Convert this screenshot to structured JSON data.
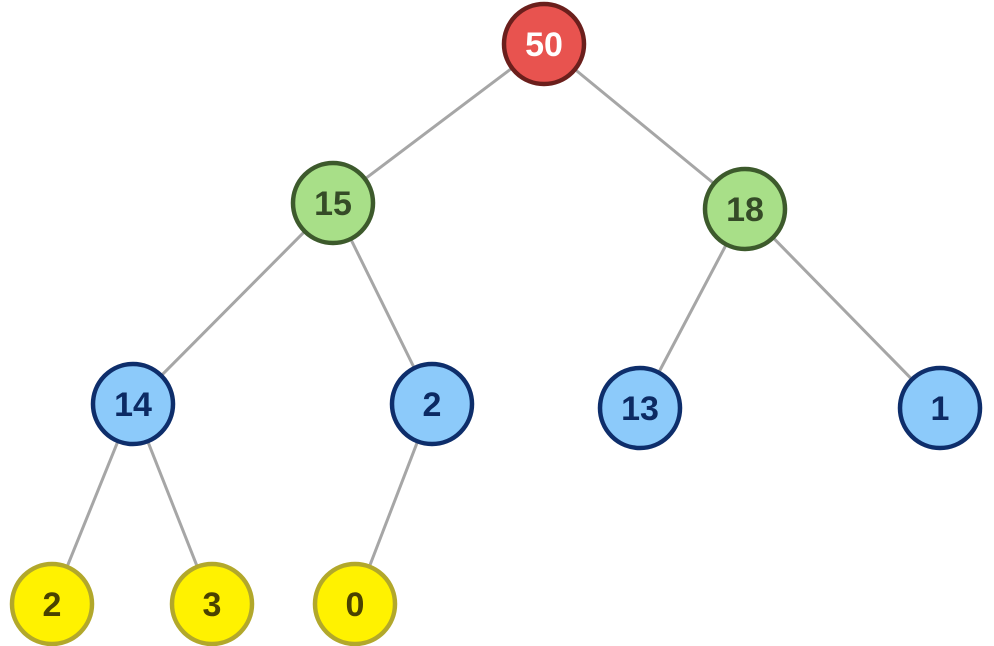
{
  "tree": {
    "levels": [
      {
        "fill": "#e8534f",
        "stroke": "#6b1f1c",
        "text": "#ffffff"
      },
      {
        "fill": "#a8df88",
        "stroke": "#3d5a2c",
        "text": "#354b27"
      },
      {
        "fill": "#8ccafa",
        "stroke": "#0e2e6b",
        "text": "#0c2a63"
      },
      {
        "fill": "#fff200",
        "stroke": "#b2a82b",
        "text": "#4a4200"
      }
    ],
    "nodes": [
      {
        "id": "n50",
        "label": "50",
        "level": 0,
        "parent": null
      },
      {
        "id": "n15",
        "label": "15",
        "level": 1,
        "parent": "n50"
      },
      {
        "id": "n18",
        "label": "18",
        "level": 1,
        "parent": "n50"
      },
      {
        "id": "n14",
        "label": "14",
        "level": 2,
        "parent": "n15"
      },
      {
        "id": "n2a",
        "label": "2",
        "level": 2,
        "parent": "n15"
      },
      {
        "id": "n13",
        "label": "13",
        "level": 2,
        "parent": "n18"
      },
      {
        "id": "n1",
        "label": "1",
        "level": 2,
        "parent": "n18"
      },
      {
        "id": "n2b",
        "label": "2",
        "level": 3,
        "parent": "n14"
      },
      {
        "id": "n3",
        "label": "3",
        "level": 3,
        "parent": "n14"
      },
      {
        "id": "n0",
        "label": "0",
        "level": 3,
        "parent": "n2a"
      }
    ]
  }
}
